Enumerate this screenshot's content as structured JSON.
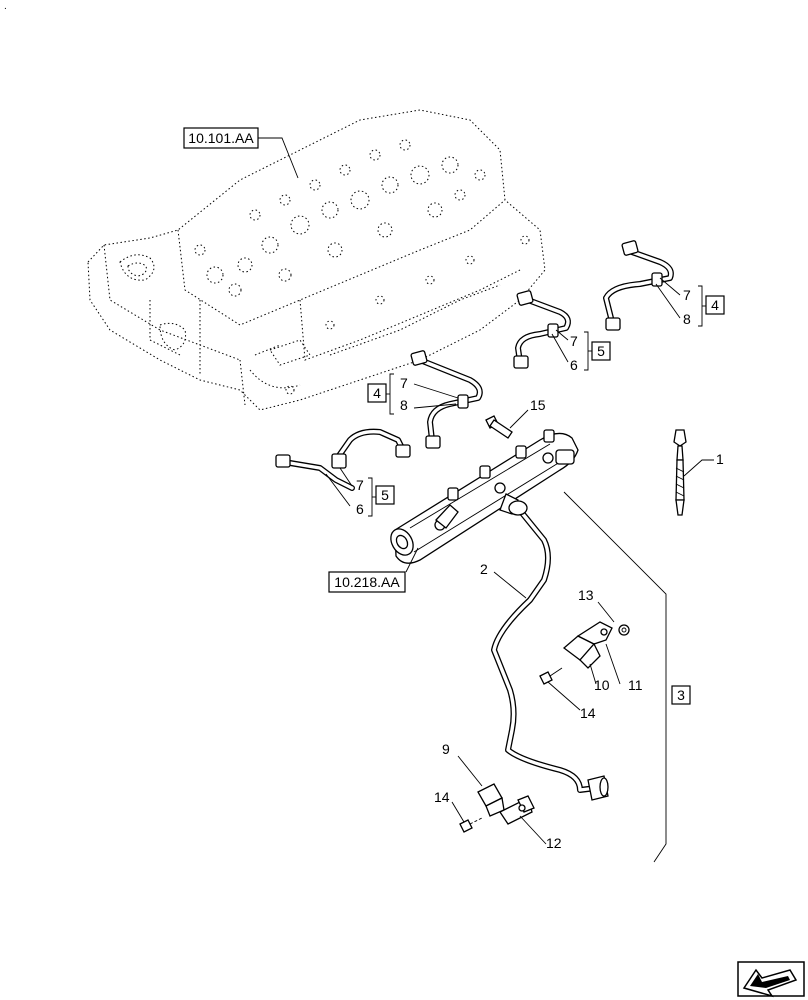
{
  "refs": {
    "cylinder_head": "10.101.AA",
    "fuel_rail": "10.218.AA"
  },
  "callouts": {
    "n1": "1",
    "n2": "2",
    "n3": "3",
    "n4a": "4",
    "n4b": "4",
    "n5a": "5",
    "n5b": "5",
    "n6a": "6",
    "n6b": "6",
    "n7a": "7",
    "n7b": "7",
    "n7c": "7",
    "n8a": "8",
    "n8b": "8",
    "n9": "9",
    "n10": "10",
    "n11": "11",
    "n12": "12",
    "n13": "13",
    "n14a": "14",
    "n14b": "14",
    "n15": "15"
  },
  "corner_mark": "."
}
